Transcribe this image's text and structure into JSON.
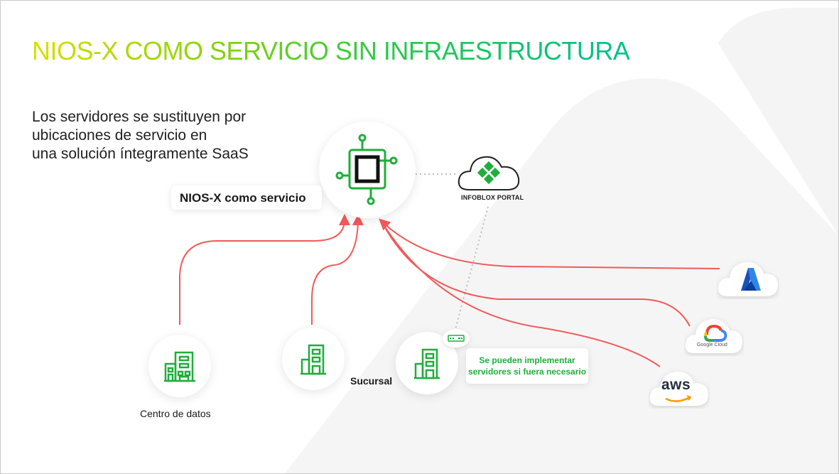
{
  "title": "NIOS-X COMO SERVICIO SIN INFRAESTRUCTURA",
  "subtitle_lines": [
    "Los servidores se sustituyen por",
    "ubicaciones de servicio en",
    "una solución íntegramente SaaS"
  ],
  "hub": {
    "label": "NIOS-X como servicio"
  },
  "portal": {
    "label": "INFOBLOX PORTAL"
  },
  "sites": {
    "datacenter": "Centro de datos",
    "branch": "Sucursal"
  },
  "note_lines": [
    "Se pueden implementar",
    "servidores si fuera necesario"
  ],
  "clouds": {
    "azure": "azure-logo",
    "google": "Google Cloud",
    "aws": "aws"
  },
  "colors": {
    "green": "#1fae3a",
    "line_red": "#f05a5a",
    "dotted": "#bdbdbd"
  }
}
